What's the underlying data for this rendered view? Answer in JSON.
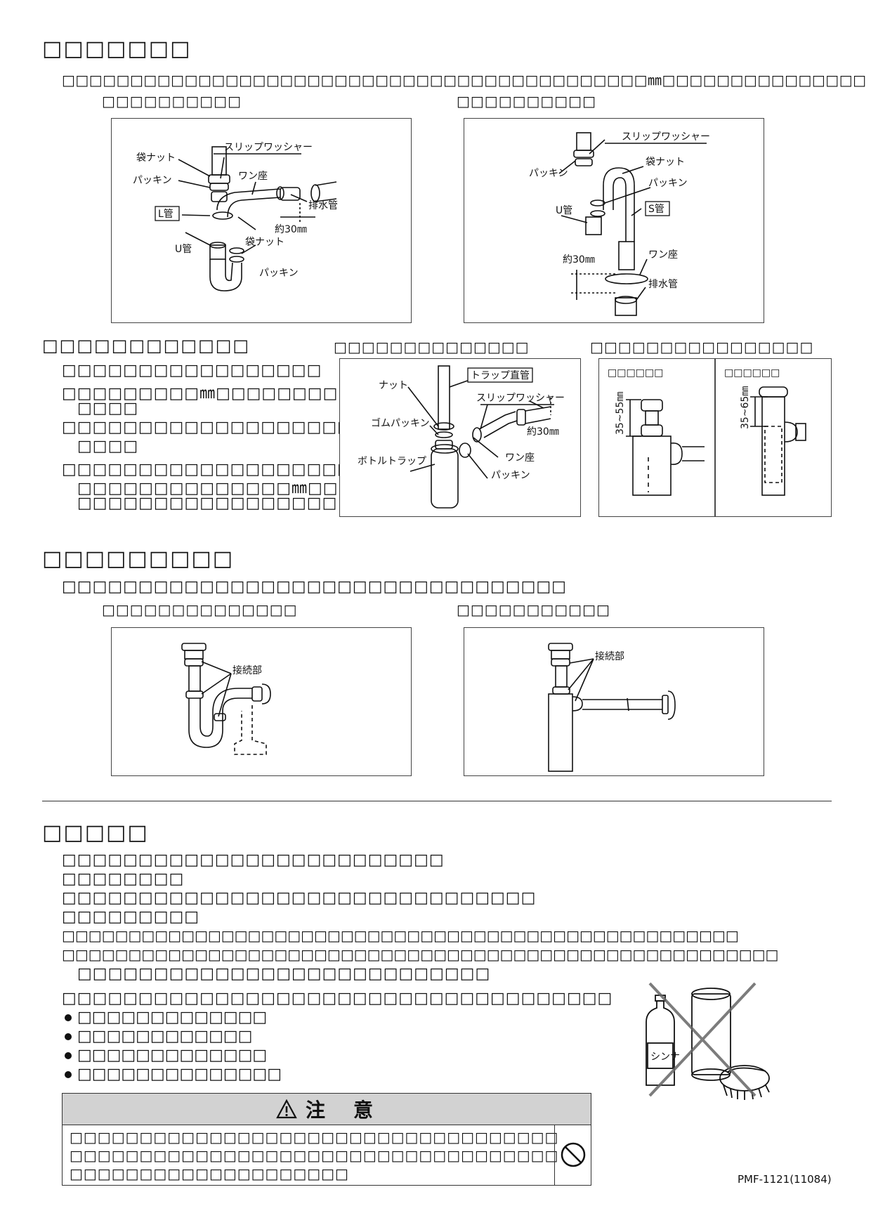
{
  "section1": {
    "heading": "□□□□□□□",
    "intro": "□□□□□□□□□□□□□□□□□□□□□□□□□□□□□□□□□□□□□□□□□□□㎜□□□□□□□□□□□□□□□",
    "fig_left_caption": "□□□□□□□□□□",
    "fig_right_caption": "□□□□□□□□□□",
    "fig_left_labels": {
      "fukuro_nut_top": "袋ナット",
      "packing_top": "パッキン",
      "slip_washer": "スリップワッシャー",
      "wanza": "ワン座",
      "l_pipe": "L管",
      "haisui": "排水管",
      "yaku30": "約30㎜",
      "fukuro_nut_bottom": "袋ナット",
      "u_pipe": "U管",
      "packing_bottom": "パッキン"
    },
    "fig_right_labels": {
      "slip_washer": "スリップワッシャー",
      "packing_left": "パッキン",
      "fukuro_nut": "袋ナット",
      "packing_right": "パッキン",
      "u_pipe": "U管",
      "s_pipe": "S管",
      "yaku30": "約30㎜",
      "wanza": "ワン座",
      "haisui": "排水管"
    }
  },
  "section2": {
    "heading": "□□□□□□□□□□□□",
    "list": [
      "□□□□□□□□□□□□□□□□□",
      "□□□□□□□□□㎜□□□□□□□□□□□",
      "□□□□",
      "□□□□□□□□□□□□□□□□□□□□□",
      "□□□□",
      "□□□□□□□□□□□□□□□□□□□□□□㎜□",
      "□□□□□□□□□□□□□□㎜□□□□□",
      "□□□□□□□□□□□□□□□□□"
    ],
    "fig_mid_caption": "□□□□□□□□□□□□□□",
    "fig_right_caption": "□□□□□□□□□□□□□□□□",
    "fig_mid_labels": {
      "nut": "ナット",
      "trap_straight": "トラップ直管",
      "slip_washer": "スリップワッシャー",
      "rubber_packing": "ゴムパッキン",
      "yaku30": "約30㎜",
      "bottle_trap": "ボトルトラップ",
      "wanza": "ワン座",
      "packing": "パッキン"
    },
    "fig_right_sub_left": "□□□□□□",
    "fig_right_sub_right": "□□□□□□",
    "dim_left": "35~55㎜",
    "dim_right": "35~65㎜"
  },
  "section3": {
    "heading": "□□□□□□□□□",
    "intro": "□□□□□□□□□□□□□□□□□□□□□□□□□□□□□□□□□",
    "fig_left_caption": "□□□□□□□□□□□□□□",
    "fig_right_caption": "□□□□□□□□□□□",
    "connect_left": "接続部",
    "connect_right": "接続部"
  },
  "section4": {
    "heading": "□□□□□",
    "lines": [
      "□□□□□□□□□□□□□□□□□□□□□□□□□",
      "□□□□□□□□",
      "□□□□□□□□□□□□□□□□□□□□□□□□□□□□□□□",
      "□□□□□□□□□",
      "□□□□□□□□□□□□□□□□□□□□□□□□□□□□□□□□□□□□□□□□□□□□□□□□□□□",
      "□□□□□□□□□□□□□□□□□□□□□□□□□□□□□□□□□□□□□□□□□□□□□□□□□□□□□□",
      "□□□□□□□□□□□□□□□□□□□□□□□□□□□",
      "□□□□□□□□□□□□□□□□□□□□□□□□□□□□□□□□□□□□"
    ],
    "bullets": [
      "□□□□□□□□□□□□□",
      "□□□□□□□□□□□□",
      "□□□□□□□□□□□□□",
      "□□□□□□□□□□□□□□"
    ],
    "thinner_label": "シンナ"
  },
  "caution": {
    "title": "注　意",
    "lines": [
      "□□□□□□□□□□□□□□□□□□□□□□□□□□□□□□□□□□□",
      "□□□□□□□□□□□□□□□□□□□□□□□□□□□□□□□□□□□",
      "□□□□□□□□□□□□□□□□□□□□"
    ]
  },
  "footer": {
    "code": "PMF-1121(11084)"
  }
}
